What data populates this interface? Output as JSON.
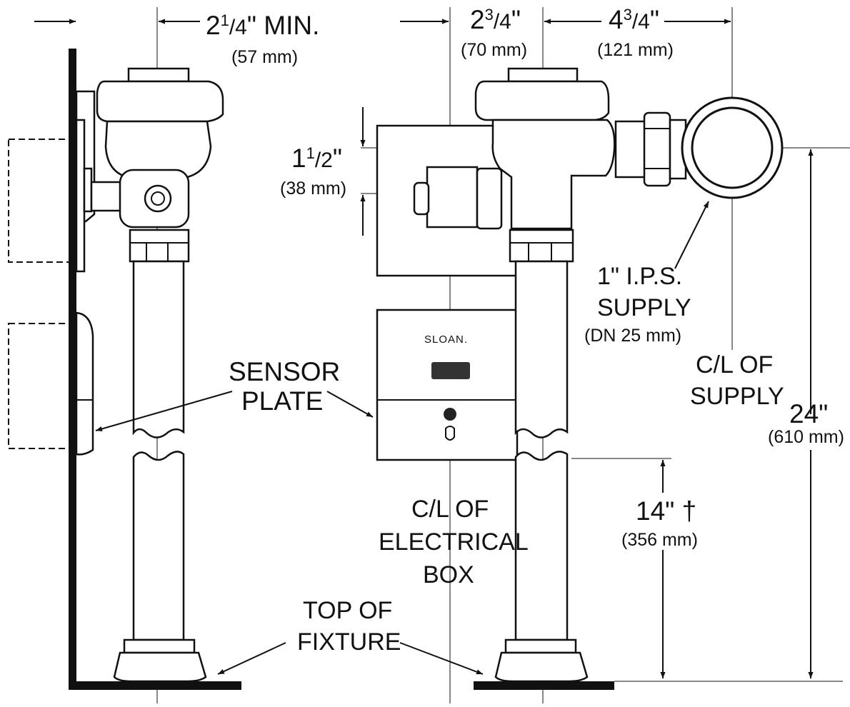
{
  "diagram": {
    "dimensions": {
      "wall_offset": {
        "whole": "2",
        "num": "1",
        "den": "4",
        "suffix": "\" MIN.",
        "metric": "(57 mm)"
      },
      "valve_to_box": {
        "whole": "2",
        "num": "3",
        "den": "4",
        "suffix": "\"",
        "metric": "(70 mm)"
      },
      "valve_to_supply": {
        "whole": "4",
        "num": "3",
        "den": "4",
        "suffix": "\"",
        "metric": "(121 mm)"
      },
      "vertical_offset": {
        "whole": "1",
        "num": "1",
        "den": "2",
        "suffix": "\"",
        "metric": "(38 mm)"
      },
      "total_height": {
        "value": "24\"",
        "metric": "(610 mm)"
      },
      "box_height": {
        "value": "14\" †",
        "metric": "(356 mm)"
      }
    },
    "labels": {
      "supply": [
        "1\" I.P.S.",
        "SUPPLY"
      ],
      "supply_metric": "(DN 25 mm)",
      "cl_supply": [
        "C/L OF",
        "SUPPLY"
      ],
      "sensor_plate": [
        "SENSOR",
        "PLATE"
      ],
      "cl_electrical": [
        "C/L OF",
        "ELECTRICAL",
        "BOX"
      ],
      "top_fixture": [
        "TOP OF",
        "FIXTURE"
      ]
    },
    "brand": "SLOAN."
  }
}
